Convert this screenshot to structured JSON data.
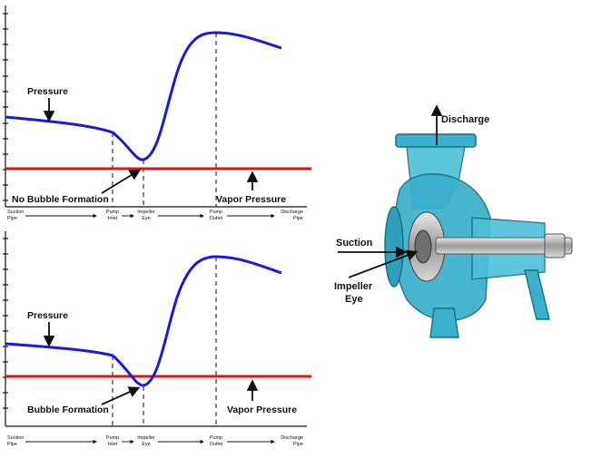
{
  "colors": {
    "pressure_curve": "#1a1adb",
    "vapor_line": "#e01414",
    "pump_body": "#3ab0cc",
    "pump_dark": "#1a6f86"
  },
  "top_diagram": {
    "pressure_label": "Pressure",
    "annotation": "No Bubble Formation",
    "vapor_label": "Vapor Pressure",
    "stations": [
      {
        "line1": "Suction",
        "line2": "Pipe"
      },
      {
        "line1": "Pump",
        "line2": "Inlet"
      },
      {
        "line1": "Impeller",
        "line2": "Eye"
      },
      {
        "line1": "Pump",
        "line2": "Outlet"
      },
      {
        "line1": "Discharge",
        "line2": "Pipe"
      }
    ]
  },
  "bottom_diagram": {
    "pressure_label": "Pressure",
    "annotation": "Bubble Formation",
    "vapor_label": "Vapor Pressure",
    "stations": [
      {
        "line1": "Suction",
        "line2": "Pipe"
      },
      {
        "line1": "Pump",
        "line2": "Inlet"
      },
      {
        "line1": "Impeller",
        "line2": "Eye"
      },
      {
        "line1": "Pump",
        "line2": "Outlet"
      },
      {
        "line1": "Discharge",
        "line2": "Pipe"
      }
    ]
  },
  "pump_labels": {
    "discharge": "Discharge",
    "suction": "Suction",
    "impeller_line1": "Impeller",
    "impeller_line2": "Eye"
  }
}
